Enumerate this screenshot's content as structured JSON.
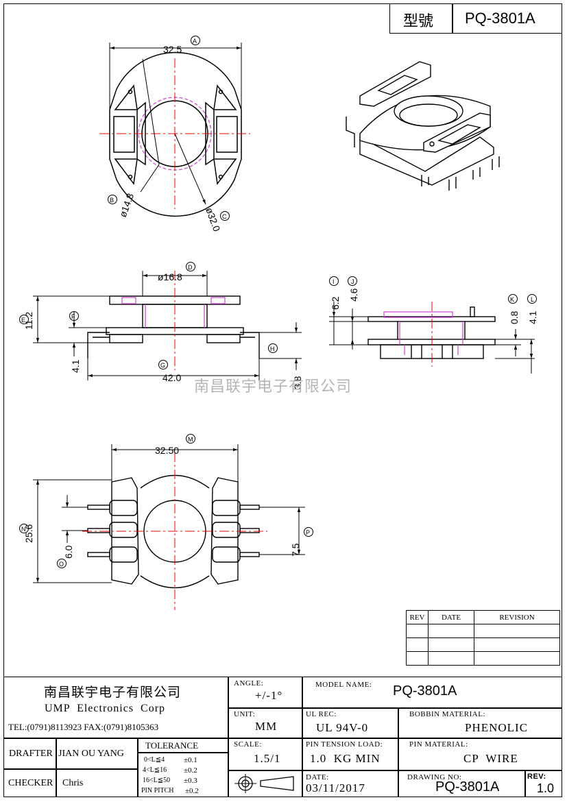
{
  "header": {
    "model_label": "型號",
    "model_value": "PQ-3801A"
  },
  "watermark": "南昌联宇电子有限公司",
  "dimensions": {
    "top_view": {
      "A": "32.5",
      "B": "ø14.8",
      "C": "ø32.0",
      "A_tag": "A",
      "B_tag": "B",
      "C_tag": "C"
    },
    "front_view": {
      "D": "ø16.8",
      "E": "11.2",
      "F": "4.1",
      "G": "42.0",
      "H": "3.8",
      "D_tag": "D",
      "E_tag": "E",
      "F_tag": "F",
      "G_tag": "G",
      "H_tag": "H"
    },
    "side_view": {
      "I": "6.2",
      "J": "4.6",
      "K": "0.8",
      "L": "4.1",
      "I_tag": "I",
      "J_tag": "J",
      "K_tag": "K",
      "L_tag": "L"
    },
    "bottom_view": {
      "M": "32.50",
      "N": "25.6",
      "O": "6.0",
      "P": "7.5",
      "M_tag": "M",
      "N_tag": "N",
      "O_tag": "O",
      "P_tag": "P"
    }
  },
  "revision_table": {
    "headers": [
      "REV",
      "DATE",
      "REVISION"
    ]
  },
  "title_block": {
    "company_cn": "南昌联宇电子有限公司",
    "company_en": "UMP  Electronics  Corp",
    "contact": "TEL:(0791)8113923 FAX:(0791)8105363",
    "angle_label": "ANGLE:",
    "angle_value": "+/-1°",
    "unit_label": "UNIT:",
    "unit_value": "MM",
    "scale_label": "SCALE:",
    "scale_value": "1.5/1",
    "model_name_label": "MODEL NAME:",
    "model_name_value": "PQ-3801A",
    "ul_label": "UL REC:",
    "ul_value": "UL 94V-0",
    "bobbin_label": "BOBBIN MATERIAL:",
    "bobbin_value": "PHENOLIC",
    "pin_tension_label": "PIN TENSION LOAD:",
    "pin_tension_value": "1.0  KG MIN",
    "pin_material_label": "PIN MATERIAL:",
    "pin_material_value": "CP  WIRE",
    "date_label": "DATE:",
    "date_value": "03/11/2017",
    "drawing_no_label": "DRAWING NO:",
    "drawing_no_value": "PQ-3801A",
    "rev_label": "REV:",
    "rev_value": "1.0",
    "drafter_label": "DRAFTER",
    "drafter_value": "JIAN OU YANG",
    "checker_label": "CHECKER",
    "checker_value": "Chris",
    "tolerance_label": "TOLERANCE",
    "tolerances": [
      {
        "range": "0<L≦4",
        "tol": "±0.1"
      },
      {
        "range": "4<L≦16",
        "tol": "±0.2"
      },
      {
        "range": "16<L≦50",
        "tol": "±0.3"
      },
      {
        "range": "PIN PITCH",
        "tol": "±0.2"
      }
    ]
  }
}
